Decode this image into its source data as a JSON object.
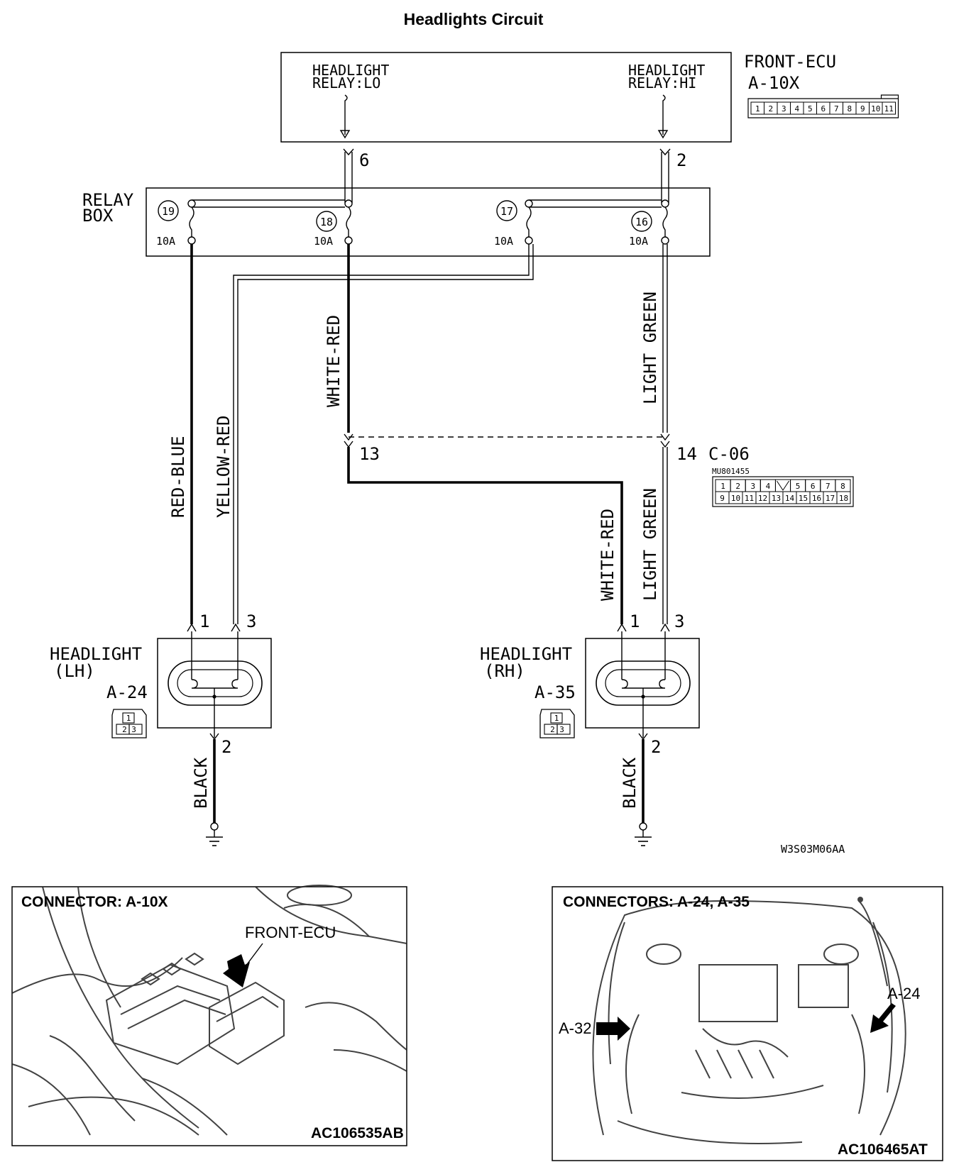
{
  "title": "Headlights Circuit",
  "front_ecu": {
    "name": "FRONT-ECU",
    "connector": "A-10X",
    "relay_lo_l1": "HEADLIGHT",
    "relay_lo_l2": "RELAY:LO",
    "relay_hi_l1": "HEADLIGHT",
    "relay_hi_l2": "RELAY:HI",
    "pin_lo": "6",
    "pin_hi": "2",
    "pins": [
      "1",
      "2",
      "3",
      "4",
      "5",
      "6",
      "7",
      "8",
      "9",
      "10",
      "11"
    ]
  },
  "relay_box": {
    "l1": "RELAY",
    "l2": "BOX",
    "fuses": [
      {
        "num": "19",
        "rating": "10A"
      },
      {
        "num": "18",
        "rating": "10A"
      },
      {
        "num": "17",
        "rating": "10A"
      },
      {
        "num": "16",
        "rating": "10A"
      }
    ]
  },
  "wires": {
    "red_blue": "RED-BLUE",
    "yellow_red": "YELLOW-RED",
    "white_red_upper": "WHITE-RED",
    "light_green_upper": "LIGHT GREEN",
    "white_red_lower": "WHITE-RED",
    "light_green_lower": "LIGHT GREEN",
    "black_lh": "BLACK",
    "black_rh": "BLACK"
  },
  "joint": {
    "pin_a": "13",
    "pin_b": "14",
    "connector": "C-06",
    "part_no": "MU801455",
    "row1": [
      "1",
      "2",
      "3",
      "4",
      "",
      "5",
      "6",
      "7",
      "8"
    ],
    "row2": [
      "9",
      "10",
      "11",
      "12",
      "13",
      "14",
      "15",
      "16",
      "17",
      "18"
    ]
  },
  "headlight_lh": {
    "l1": "HEADLIGHT",
    "l2": "(LH)",
    "connector": "A-24",
    "pin1": "1",
    "pin3": "3",
    "pin2": "2",
    "conn_top": "1",
    "conn_bottom": "2 3"
  },
  "headlight_rh": {
    "l1": "HEADLIGHT",
    "l2": "(RH)",
    "connector": "A-35",
    "pin1": "1",
    "pin3": "3",
    "pin2": "2",
    "conn_top": "1",
    "conn_bottom": "2 3"
  },
  "diagram_code": "W3S03M06AA",
  "panel_left": {
    "heading": "CONNECTOR: A-10X",
    "callout": "FRONT-ECU",
    "code": "AC106535AB"
  },
  "panel_right": {
    "heading": "CONNECTORS: A-24, A-35",
    "callout_a32": "A-32",
    "callout_a24": "A-24",
    "code": "AC106465AT"
  }
}
